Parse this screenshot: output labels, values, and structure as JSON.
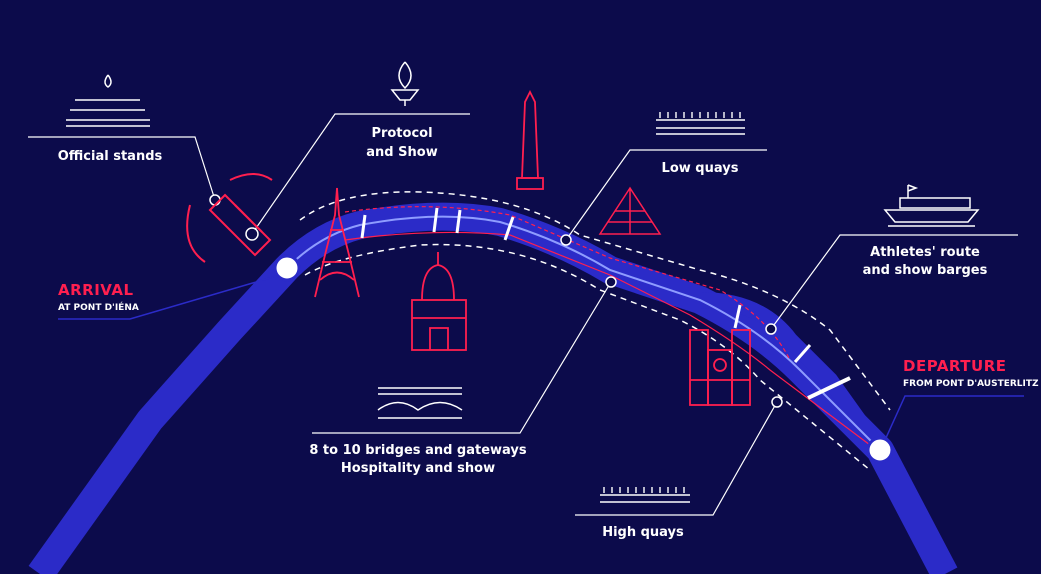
{
  "labels": {
    "official_stands": "Official stands",
    "protocol_line1": "Protocol",
    "protocol_line2": "and Show",
    "low_quays": "Low quays",
    "athletes_line1": "Athletes' route",
    "athletes_line2": "and show barges",
    "bridges_line1": "8 to 10 bridges and gateways",
    "bridges_line2": "Hospitality and show",
    "high_quays": "High quays"
  },
  "arrival": {
    "title": "ARRIVAL",
    "subtitle": "AT PONT D'IÉNA"
  },
  "departure": {
    "title": "DEPARTURE",
    "subtitle": "FROM PONT D'AUSTERLITZ"
  },
  "colors": {
    "background": "#0c0b4b",
    "river": "#2b2bc8",
    "accent": "#ff1f4f",
    "line": "#ffffff"
  }
}
